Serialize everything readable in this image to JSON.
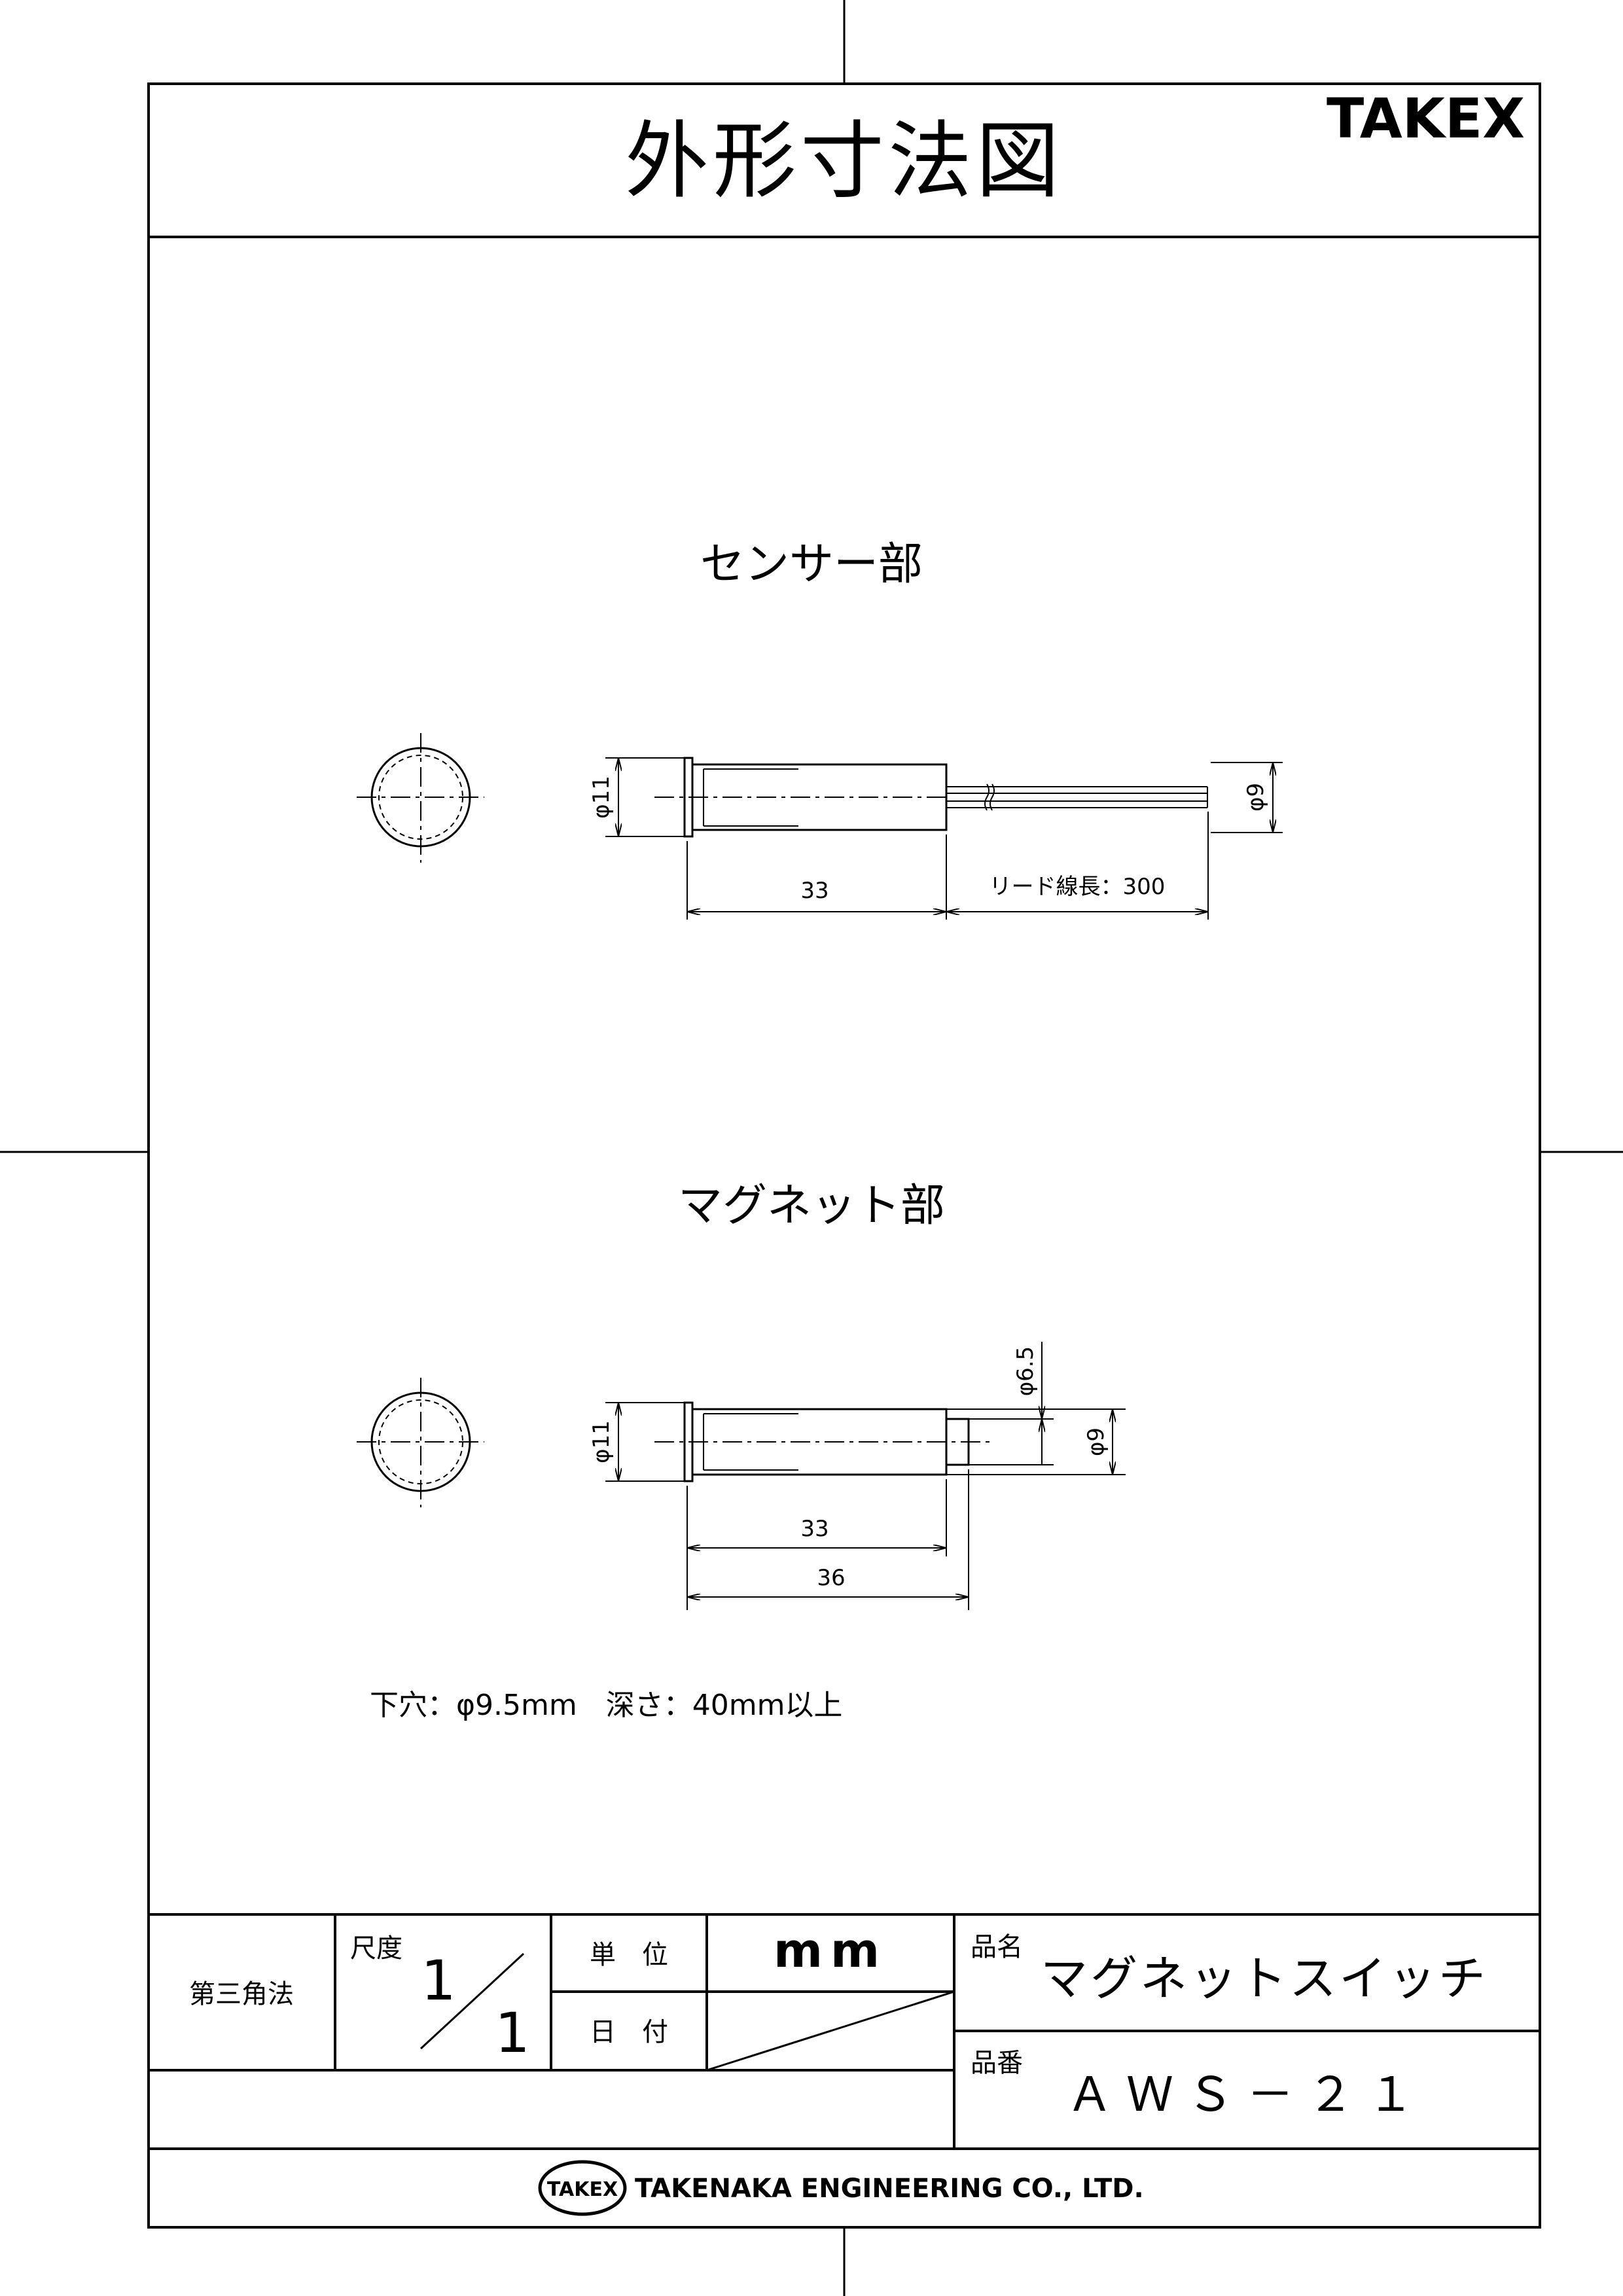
{
  "header": {
    "title": "外形寸法図",
    "brand": "TAKEX"
  },
  "sensor": {
    "heading": "センサー部",
    "dim_diameter_body": "φ11",
    "dim_diameter_lead": "φ9",
    "dim_length": "33",
    "dim_lead": "リード線長：300"
  },
  "magnet": {
    "heading": "マグネット部",
    "dim_diameter_body": "φ11",
    "dim_diameter_tip": "φ6.5",
    "dim_diameter_end": "φ9",
    "dim_length_body": "33",
    "dim_length_total": "36"
  },
  "note": "下穴：φ9.5mm　深さ：40mm以上",
  "title_block": {
    "projection": "第三角法",
    "scale_label": "尺度",
    "scale_num": "1",
    "scale_den": "1",
    "unit_label": "単　位",
    "unit_value": "mm",
    "date_label": "日　付",
    "product_name_label": "品名",
    "product_name": "マグネットスイッチ",
    "product_no_label": "品番",
    "product_no": "ＡＷＳ－２１",
    "company_logo": "TAKEX",
    "company": "TAKENAKA ENGINEERING CO., LTD."
  },
  "colors": {
    "line": "#000000",
    "background": "#ffffff"
  }
}
